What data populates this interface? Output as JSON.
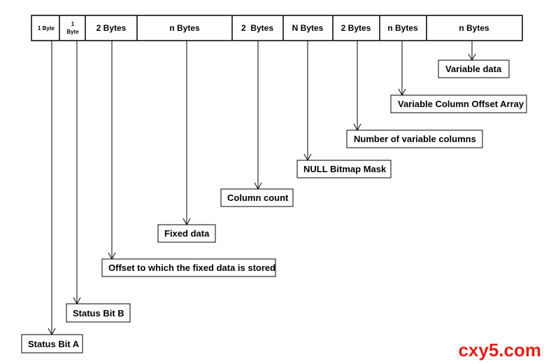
{
  "cells": [
    {
      "label": "1 Byte"
    },
    {
      "label_line1": "1",
      "label_line2": "Byte"
    },
    {
      "label": "2 Bytes"
    },
    {
      "label": "n Bytes"
    },
    {
      "label": "2  Bytes"
    },
    {
      "label": "N Bytes"
    },
    {
      "label": "2 Bytes"
    },
    {
      "label": "n Bytes"
    },
    {
      "label": "n Bytes"
    }
  ],
  "boxes": [
    {
      "label": "Variable data"
    },
    {
      "label": "Variable Column Offset Array"
    },
    {
      "label": "Number of variable columns"
    },
    {
      "label": "NULL Bitmap Mask"
    },
    {
      "label": "Column count"
    },
    {
      "label": "Fixed data"
    },
    {
      "label": "Offset to which the fixed data is stored"
    },
    {
      "label": "Status Bit B"
    },
    {
      "label": "Status Bit A"
    }
  ],
  "watermark": {
    "text": "cxy5.com",
    "color": "#e0201c"
  },
  "colors": {
    "line": "#000000",
    "background": "#ffffff"
  }
}
